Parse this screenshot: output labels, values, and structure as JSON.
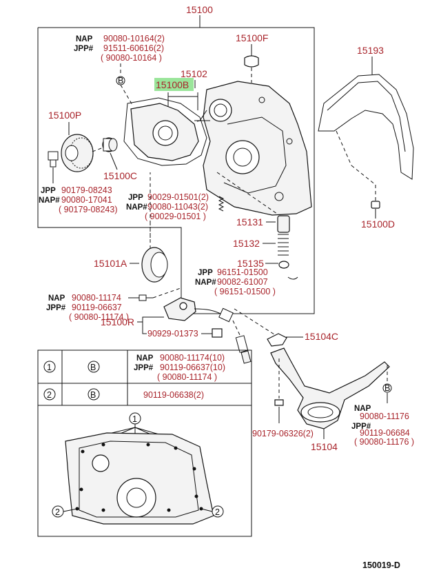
{
  "labels": {
    "main_assembly": "15100",
    "cover_gasket": "15100F",
    "gasket": "15102",
    "body": "15100B",
    "rotor": "15100P",
    "plug": "15100C",
    "oil_pan_gasket": "15193",
    "pin": "15100D",
    "oil_seal": "15101A",
    "relief_valve": "15131",
    "spring": "15132",
    "retainer": "15135",
    "sensor": "15100R",
    "strainer_gasket": "15104C",
    "strainer": "15104",
    "diagram_code": "150019-D"
  },
  "markets": {
    "nap": "NAP",
    "jpp": "JPP#",
    "jpp_plain": "JPP",
    "nap_hash": "NAP#"
  },
  "callouts": {
    "top_bolt": {
      "nap": "90080-10164(2)",
      "jpp": "91511-60616(2)",
      "alt": "( 90080-10164 )"
    },
    "rotor_bolt": {
      "jpp": "90179-08243",
      "nap": "90080-17041",
      "alt": "( 90179-08243)"
    },
    "body_screw": {
      "jpp": "90029-01501(2)",
      "nap": "90080-11043(2)",
      "alt": "( 90029-01501 )"
    },
    "ring": {
      "jpp": "96151-01500",
      "nap": "90082-61007",
      "alt": "( 96151-01500 )"
    },
    "sensor_bolt": {
      "nap": "90080-11174",
      "jpp": "90119-06637",
      "alt": "( 90080-11174 )"
    },
    "wire_clamp": "90929-01373",
    "strainer_nut": "90179-06326(2)",
    "strainer_bolt": {
      "nap": "90080-11176",
      "jpp": "90119-06684",
      "alt": "( 90080-11176 )"
    }
  },
  "symbol_B": "B",
  "table": {
    "rows": [
      {
        "num": "1",
        "sym": "B",
        "nap": "90080-11174(10)",
        "jpp": "90119-06637(10)",
        "alt": "( 90080-11174 )"
      },
      {
        "num": "2",
        "sym": "B",
        "single": "90119-06638(2)"
      }
    ]
  },
  "view_marks": {
    "one": "1",
    "two": "2"
  },
  "colors": {
    "part_number": "#a8232a",
    "highlight": "#9ae59a",
    "line": "#111111"
  }
}
